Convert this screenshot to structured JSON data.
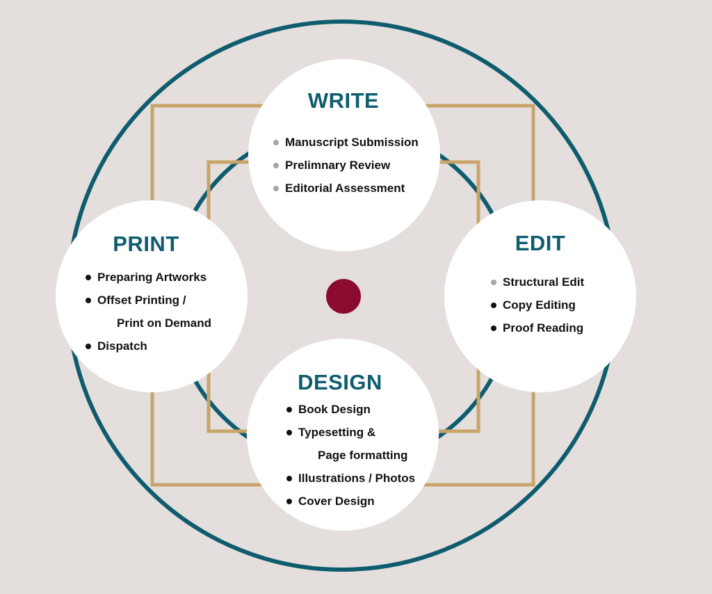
{
  "colors": {
    "teal": "#0e5c6e",
    "gold": "#c9a46a",
    "center": "#8b0b2f",
    "bullet_gray": "#a6a6a6",
    "bullet_black": "#111111"
  },
  "write": {
    "title": "WRITE",
    "items": [
      {
        "text": "Manuscript Submission",
        "bullet": "gray"
      },
      {
        "text": "Prelimnary Review",
        "bullet": "gray"
      },
      {
        "text": "Editorial Assessment",
        "bullet": "gray"
      }
    ]
  },
  "print": {
    "title": "PRINT",
    "items": [
      {
        "text": "Preparing Artworks",
        "bullet": "black"
      },
      {
        "text": "Offset Printing /",
        "bullet": "black"
      },
      {
        "text": "Print on Demand",
        "bullet": "none"
      },
      {
        "text": "Dispatch",
        "bullet": "black"
      }
    ]
  },
  "edit": {
    "title": "EDIT",
    "items": [
      {
        "text": "Structural Edit",
        "bullet": "gray"
      },
      {
        "text": "Copy Editing",
        "bullet": "black"
      },
      {
        "text": "Proof Reading",
        "bullet": "black"
      }
    ]
  },
  "design": {
    "title": "DESIGN",
    "items": [
      {
        "text": "Book Design",
        "bullet": "black"
      },
      {
        "text": "Typesetting &",
        "bullet": "black"
      },
      {
        "text": "Page formatting",
        "bullet": "none"
      },
      {
        "text": "Illustrations / Photos",
        "bullet": "black"
      },
      {
        "text": "Cover Design",
        "bullet": "black"
      }
    ]
  }
}
